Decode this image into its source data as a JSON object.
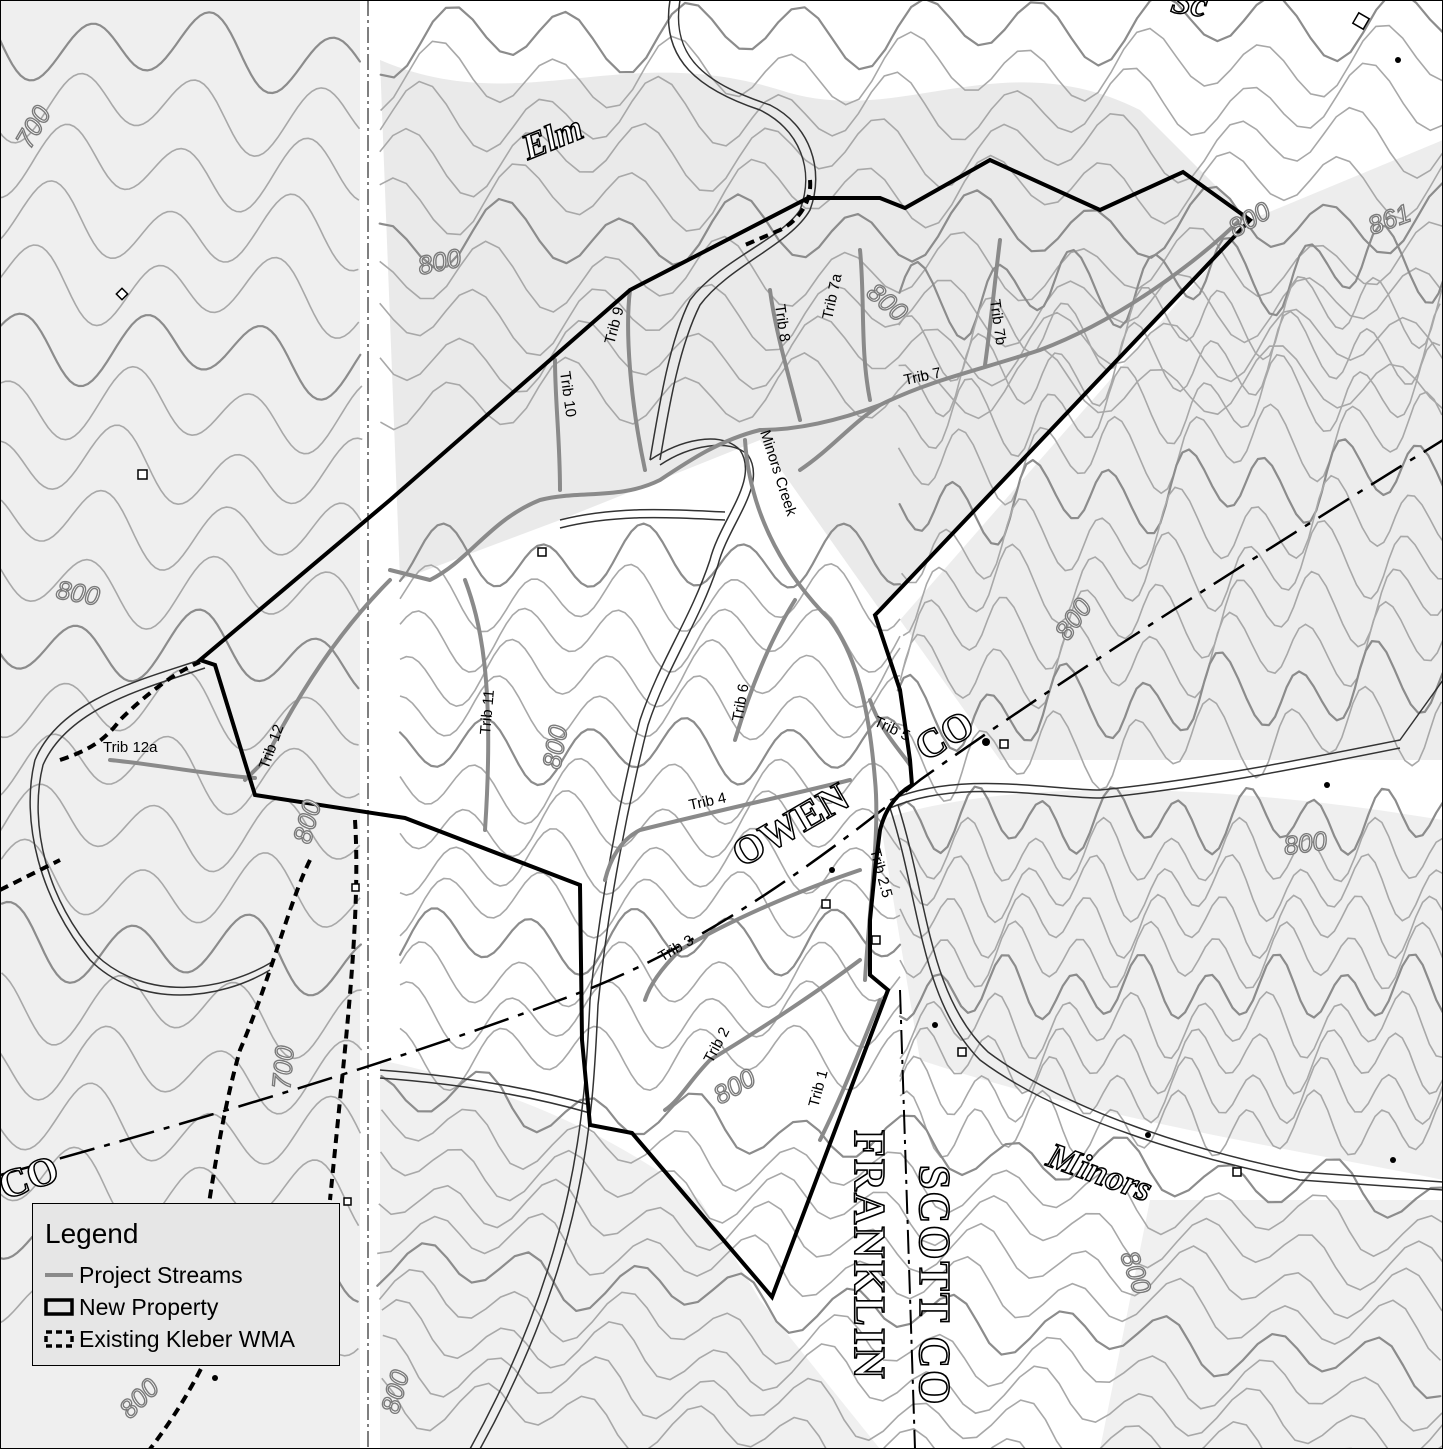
{
  "map": {
    "elevation_labels": [
      "700",
      "800",
      "800",
      "800",
      "800",
      "800",
      "800",
      "800",
      "800",
      "800",
      "800",
      "861",
      "800",
      "700",
      "800"
    ],
    "place_labels": [
      "Elm",
      "OWEN",
      "CO",
      "Minors",
      "CO",
      "Sc"
    ],
    "county_labels": [
      "FRANKLIN",
      "SCOTT CO"
    ],
    "stream_labels": {
      "trib1": "Trib 1",
      "trib2": "Trib 2",
      "trib25": "Trib 2.5",
      "trib3": "Trib 3",
      "trib4": "Trib 4",
      "trib5": "Trib 5",
      "trib6": "Trib 6",
      "trib7": "Trib 7",
      "trib7a": "Trib 7a",
      "trib7b": "Trib 7b",
      "trib8": "Trib 8",
      "trib9": "Trib 9",
      "trib10": "Trib 10",
      "trib11": "Trib 11",
      "trib12": "Trib 12",
      "trib12a": "Trib 12a",
      "minors_creek": "Minors Creek"
    },
    "colors": {
      "project_streams": "#8a8a8a",
      "new_property": "#000000",
      "existing_wma": "#000000",
      "contours": "#8c8c8c",
      "shading": "#e0e0e0"
    }
  },
  "legend": {
    "title": "Legend",
    "items": [
      {
        "label": "Project Streams",
        "symbol": "gray-line"
      },
      {
        "label": "New Property",
        "symbol": "black-outline-box"
      },
      {
        "label": "Existing Kleber WMA",
        "symbol": "dashed-box"
      }
    ]
  }
}
